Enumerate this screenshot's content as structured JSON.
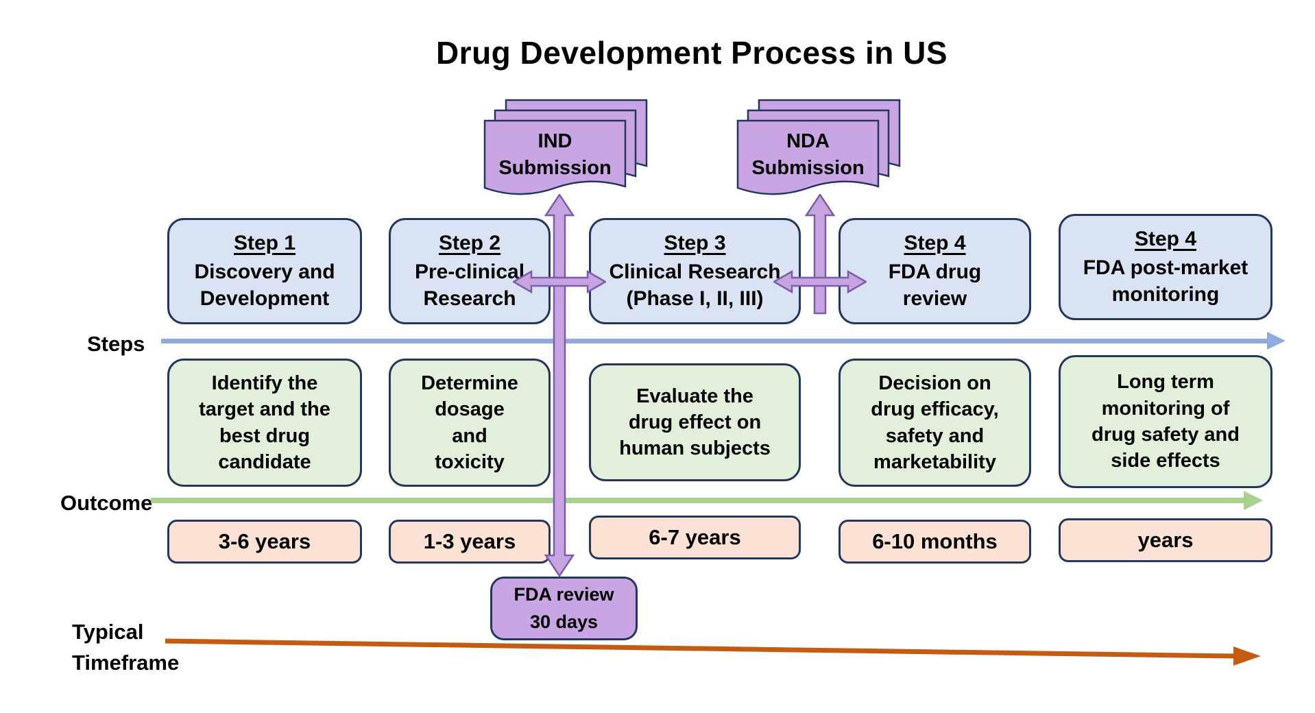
{
  "title": "Drug Development Process in US",
  "documents": {
    "ind": {
      "label": "IND\nSubmission"
    },
    "nda": {
      "label": "NDA\nSubmission"
    }
  },
  "fda_review": {
    "label": "FDA review\n30 days"
  },
  "rows": {
    "steps_label": "Steps",
    "outcome_label": "Outcome",
    "timeframe_label": "Typical\nTimeframe"
  },
  "columns": [
    {
      "step_title": "Step 1",
      "step_desc": "Discovery and\nDevelopment",
      "outcome": "Identify the\ntarget and the\nbest drug\ncandidate",
      "timeframe": "3-6 years"
    },
    {
      "step_title": "Step 2",
      "step_desc": "Pre-clinical\nResearch",
      "outcome": "Determine\ndosage\nand\ntoxicity",
      "timeframe": "1-3 years"
    },
    {
      "step_title": "Step 3",
      "step_desc": "Clinical Research\n(Phase I, II, III)",
      "outcome": "Evaluate the\ndrug effect on\nhuman subjects",
      "timeframe": "6-7 years"
    },
    {
      "step_title": "Step 4",
      "step_desc": "FDA drug\nreview",
      "outcome": "Decision on\ndrug efficacy,\nsafety and\nmarketability",
      "timeframe": "6-10 months"
    },
    {
      "step_title": "Step 4",
      "step_desc": "FDA post-market\nmonitoring",
      "outcome": "Long term\nmonitoring of\ndrug safety and\nside effects",
      "timeframe": "years"
    }
  ],
  "colors": {
    "step_fill": "#dae3f3",
    "outcome_fill": "#e2efda",
    "timeframe_fill": "#fbe2d5",
    "purple_fill": "#c9a5e3",
    "box_border": "#24365e",
    "purple_stroke": "#7b5ca6",
    "steps_line": "#8faadc",
    "outcome_line": "#a9d18e",
    "timeframe_line": "#c55a11"
  }
}
